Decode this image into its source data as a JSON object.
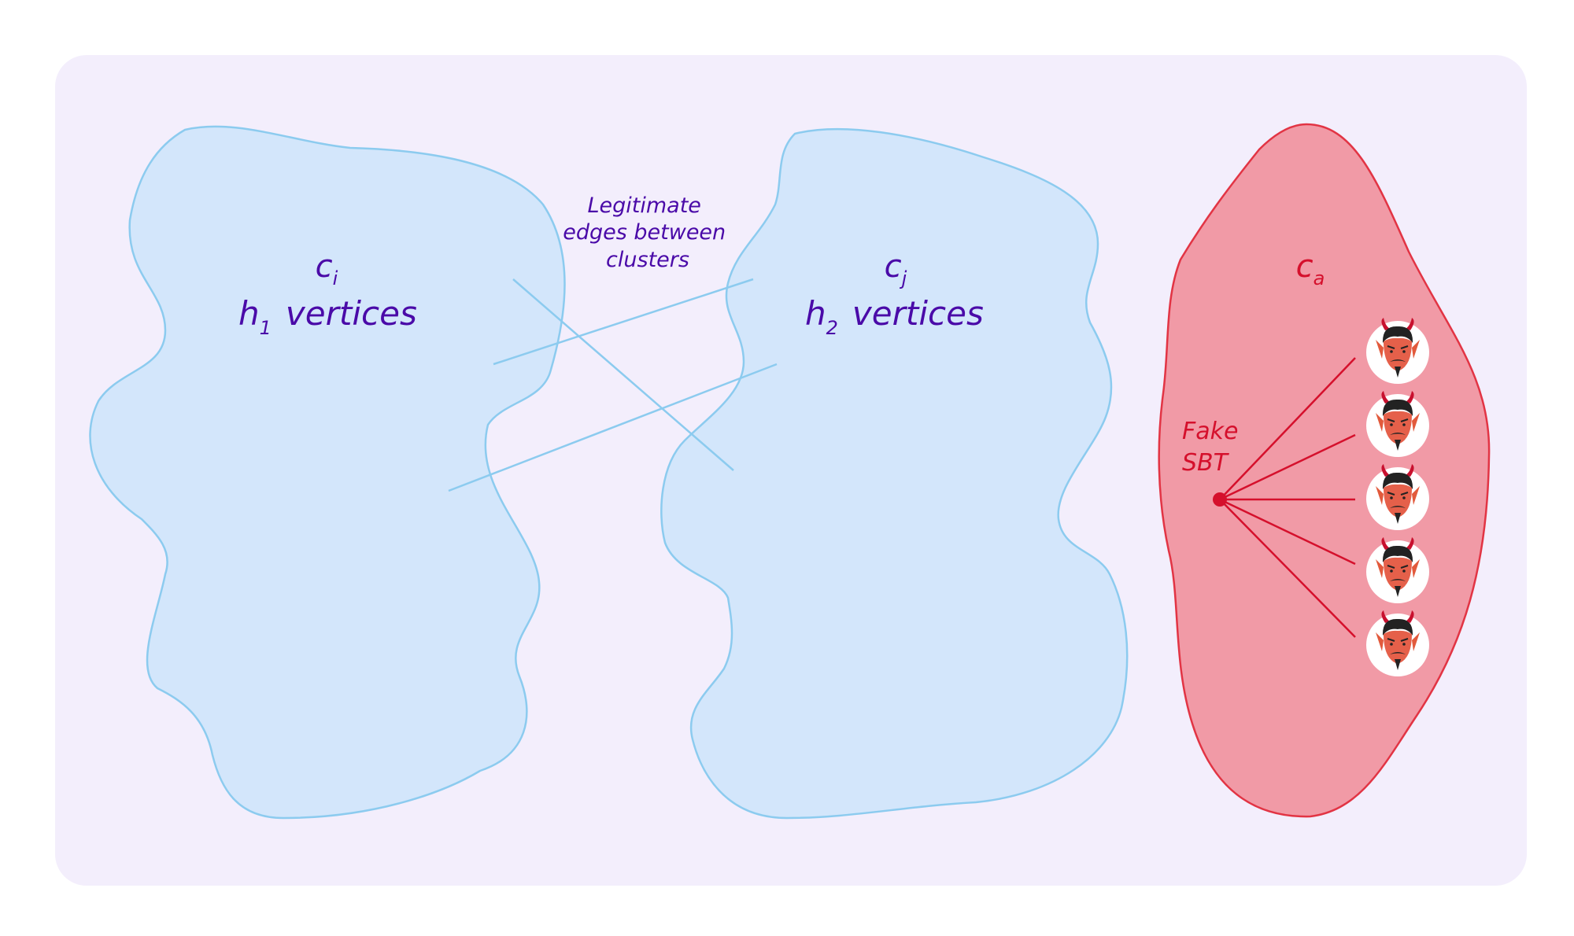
{
  "colors": {
    "canvas": "#f3eefc",
    "cluster_fill": "#d3e6fb",
    "cluster_stroke": "#8ccbef",
    "attacker_fill": "#f19aa6",
    "attacker_stroke": "#e23444",
    "text_purple": "#4a0aa8",
    "text_red": "#d5102c",
    "edge_blue": "#8ccbef",
    "edge_red": "#d5102c"
  },
  "clusters": {
    "ci": {
      "name": "c",
      "sub": "i",
      "count_var": "h",
      "count_sub": "1",
      "count_word": "vertices"
    },
    "cj": {
      "name": "c",
      "sub": "j",
      "count_var": "h",
      "count_sub": "2",
      "count_word": "vertices"
    },
    "ca": {
      "name": "c",
      "sub": "a"
    }
  },
  "edges_label": [
    "Legitimate",
    "edges between",
    "clusters"
  ],
  "fake_sbt": [
    "Fake",
    "SBT"
  ],
  "icons": {
    "attacker_avatar": "devil-face-icon",
    "fake_node": "fake-sbt-node"
  }
}
